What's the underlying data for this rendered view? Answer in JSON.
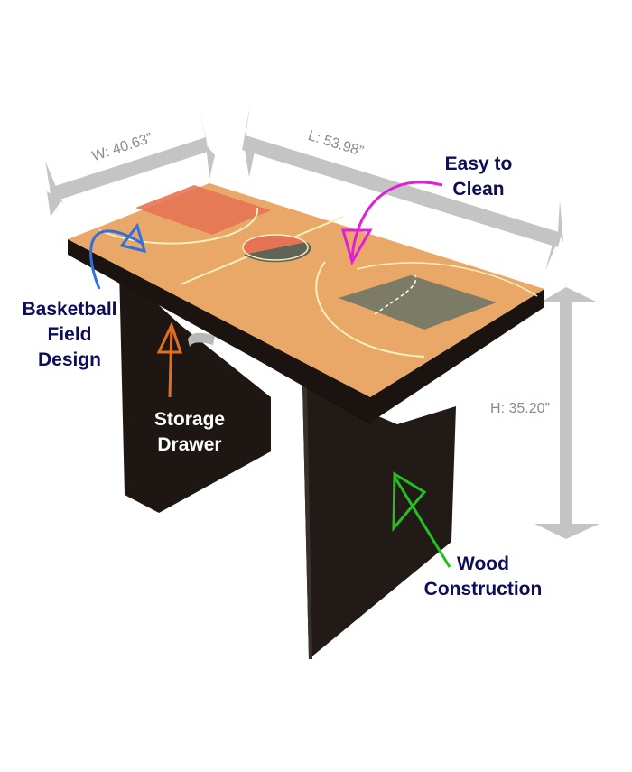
{
  "dimensions": {
    "width": "W: 40.63”",
    "length": "L: 53.98”",
    "height": "H: 35.20”"
  },
  "callouts": {
    "easy_clean": {
      "line1": "Easy to",
      "line2": "Clean",
      "arrow_color": "#e020d8"
    },
    "basketball": {
      "line1": "Basketball",
      "line2": "Field",
      "line3": "Design",
      "arrow_color": "#2f6fe0"
    },
    "storage": {
      "line1": "Storage",
      "line2": "Drawer",
      "arrow_color": "#e07020"
    },
    "wood": {
      "line1": "Wood",
      "line2": "Construction",
      "arrow_color": "#22c020"
    }
  },
  "colors": {
    "label_text": "#0d0d5a",
    "dimension_gray": "#c4c4c4",
    "table_body": "#1e1714",
    "court_wood": "#e9a868",
    "key_red": "#e57455",
    "key_gray": "#6f7566",
    "court_line": "#f6efc0"
  }
}
